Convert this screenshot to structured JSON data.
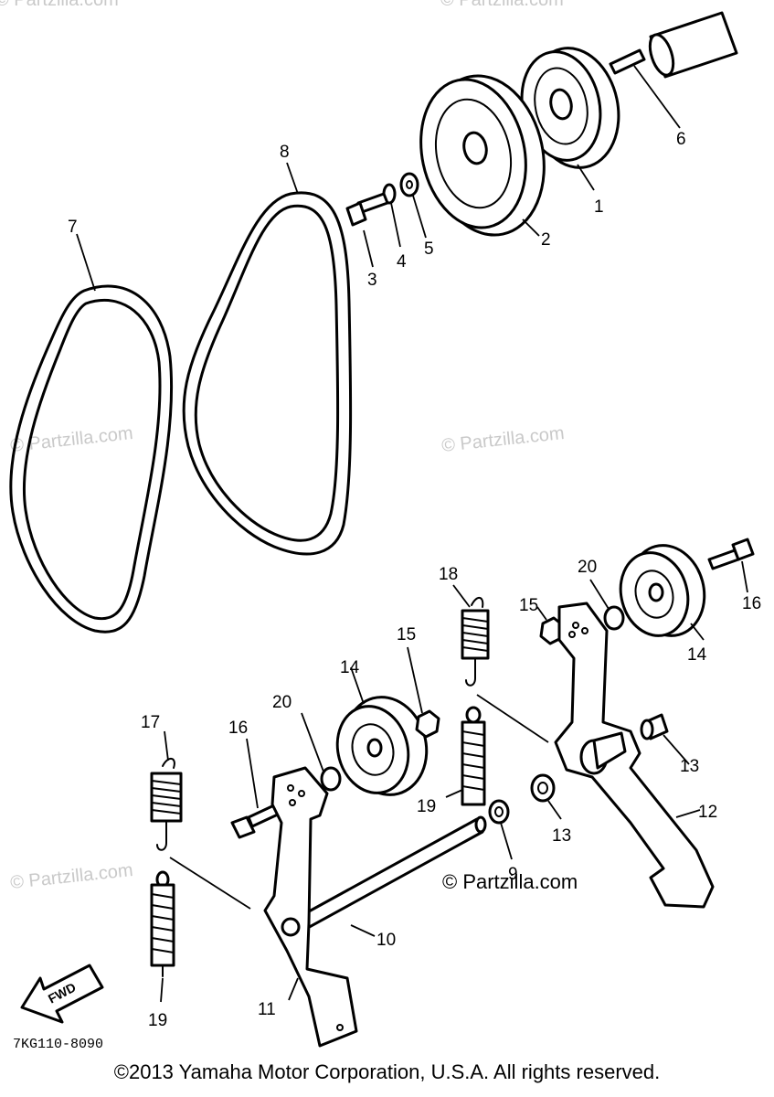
{
  "watermarks": {
    "top_left": "© Partzilla.com",
    "top_center": "© Partzilla.com",
    "mid_left": "© Partzilla.com",
    "mid_right": "© Partzilla.com",
    "low_left": "© Partzilla.com",
    "low_center": "© Partzilla.com"
  },
  "callouts": {
    "p1": "1",
    "p2": "2",
    "p3": "3",
    "p4": "4",
    "p5": "5",
    "p6": "6",
    "p7": "7",
    "p8": "8",
    "p9": "9",
    "p10": "10",
    "p11": "11",
    "p12": "12",
    "p13a": "13",
    "p13b": "13",
    "p14a": "14",
    "p14b": "14",
    "p15a": "15",
    "p15b": "15",
    "p16a": "16",
    "p16b": "16",
    "p17": "17",
    "p18": "18",
    "p19a": "19",
    "p19b": "19",
    "p20a": "20",
    "p20b": "20"
  },
  "fwd_label": "FWD",
  "diagram_code": "7KG110-8090",
  "copyright": "©2013 Yamaha Motor Corporation, U.S.A. All rights reserved."
}
